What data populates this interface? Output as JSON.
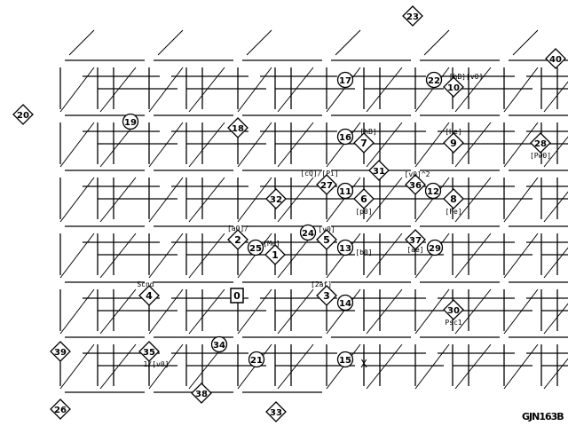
{
  "colors": {
    "line": "#000000",
    "background": "#ffffff"
  },
  "logo": "GJN163B",
  "nodes": [
    {
      "id": "0",
      "shape": "square"
    },
    {
      "id": "1",
      "shape": "diamond",
      "label": "[Me]"
    },
    {
      "id": "2",
      "shape": "diamond",
      "label": "[a0]/"
    },
    {
      "id": "3",
      "shape": "diamond",
      "label": "[2af]"
    },
    {
      "id": "4",
      "shape": "diamond",
      "label": "Scnd"
    },
    {
      "id": "5",
      "shape": "diamond",
      "label": "[v0]"
    },
    {
      "id": "6",
      "shape": "diamond",
      "label": "[p0]"
    },
    {
      "id": "7",
      "shape": "diamond",
      "label": "[hB]"
    },
    {
      "id": "8",
      "shape": "diamond",
      "label": "[Fe]"
    },
    {
      "id": "9",
      "shape": "diamond",
      "label": "[He]"
    },
    {
      "id": "10",
      "shape": "diamond",
      "label": "[hB][v0]"
    },
    {
      "id": "11",
      "shape": "circle"
    },
    {
      "id": "12",
      "shape": "circle"
    },
    {
      "id": "13",
      "shape": "circle"
    },
    {
      "id": "14",
      "shape": "circle"
    },
    {
      "id": "15",
      "shape": "circle"
    },
    {
      "id": "16",
      "shape": "circle"
    },
    {
      "id": "17",
      "shape": "circle"
    },
    {
      "id": "18",
      "shape": "diamond"
    },
    {
      "id": "19",
      "shape": "circle"
    },
    {
      "id": "20",
      "shape": "diamond"
    },
    {
      "id": "21",
      "shape": "circle"
    },
    {
      "id": "22",
      "shape": "circle"
    },
    {
      "id": "23",
      "shape": "diamond"
    },
    {
      "id": "24",
      "shape": "circle"
    },
    {
      "id": "25",
      "shape": "circle"
    },
    {
      "id": "26",
      "shape": "diamond"
    },
    {
      "id": "27",
      "shape": "diamond",
      "label": "[cQ]/[Pi]"
    },
    {
      "id": "28",
      "shape": "diamond",
      "label": "[Pw0]"
    },
    {
      "id": "29",
      "shape": "circle"
    },
    {
      "id": "30",
      "shape": "diamond",
      "label": "Psc1"
    },
    {
      "id": "31",
      "shape": "diamond"
    },
    {
      "id": "32",
      "shape": "diamond"
    },
    {
      "id": "33",
      "shape": "diamond"
    },
    {
      "id": "34",
      "shape": "circle"
    },
    {
      "id": "35",
      "shape": "diamond",
      "label": "1/[v0]"
    },
    {
      "id": "36",
      "shape": "diamond",
      "label": "[v0]^2"
    },
    {
      "id": "37",
      "shape": "diamond",
      "label": "[ae]"
    },
    {
      "id": "38",
      "shape": "diamond"
    },
    {
      "id": "39",
      "shape": "diamond"
    },
    {
      "id": "40",
      "shape": "diamond"
    }
  ],
  "free_labels": [
    {
      "id": "b0",
      "text": "[b0]"
    },
    {
      "id": "x",
      "text": "X"
    }
  ]
}
